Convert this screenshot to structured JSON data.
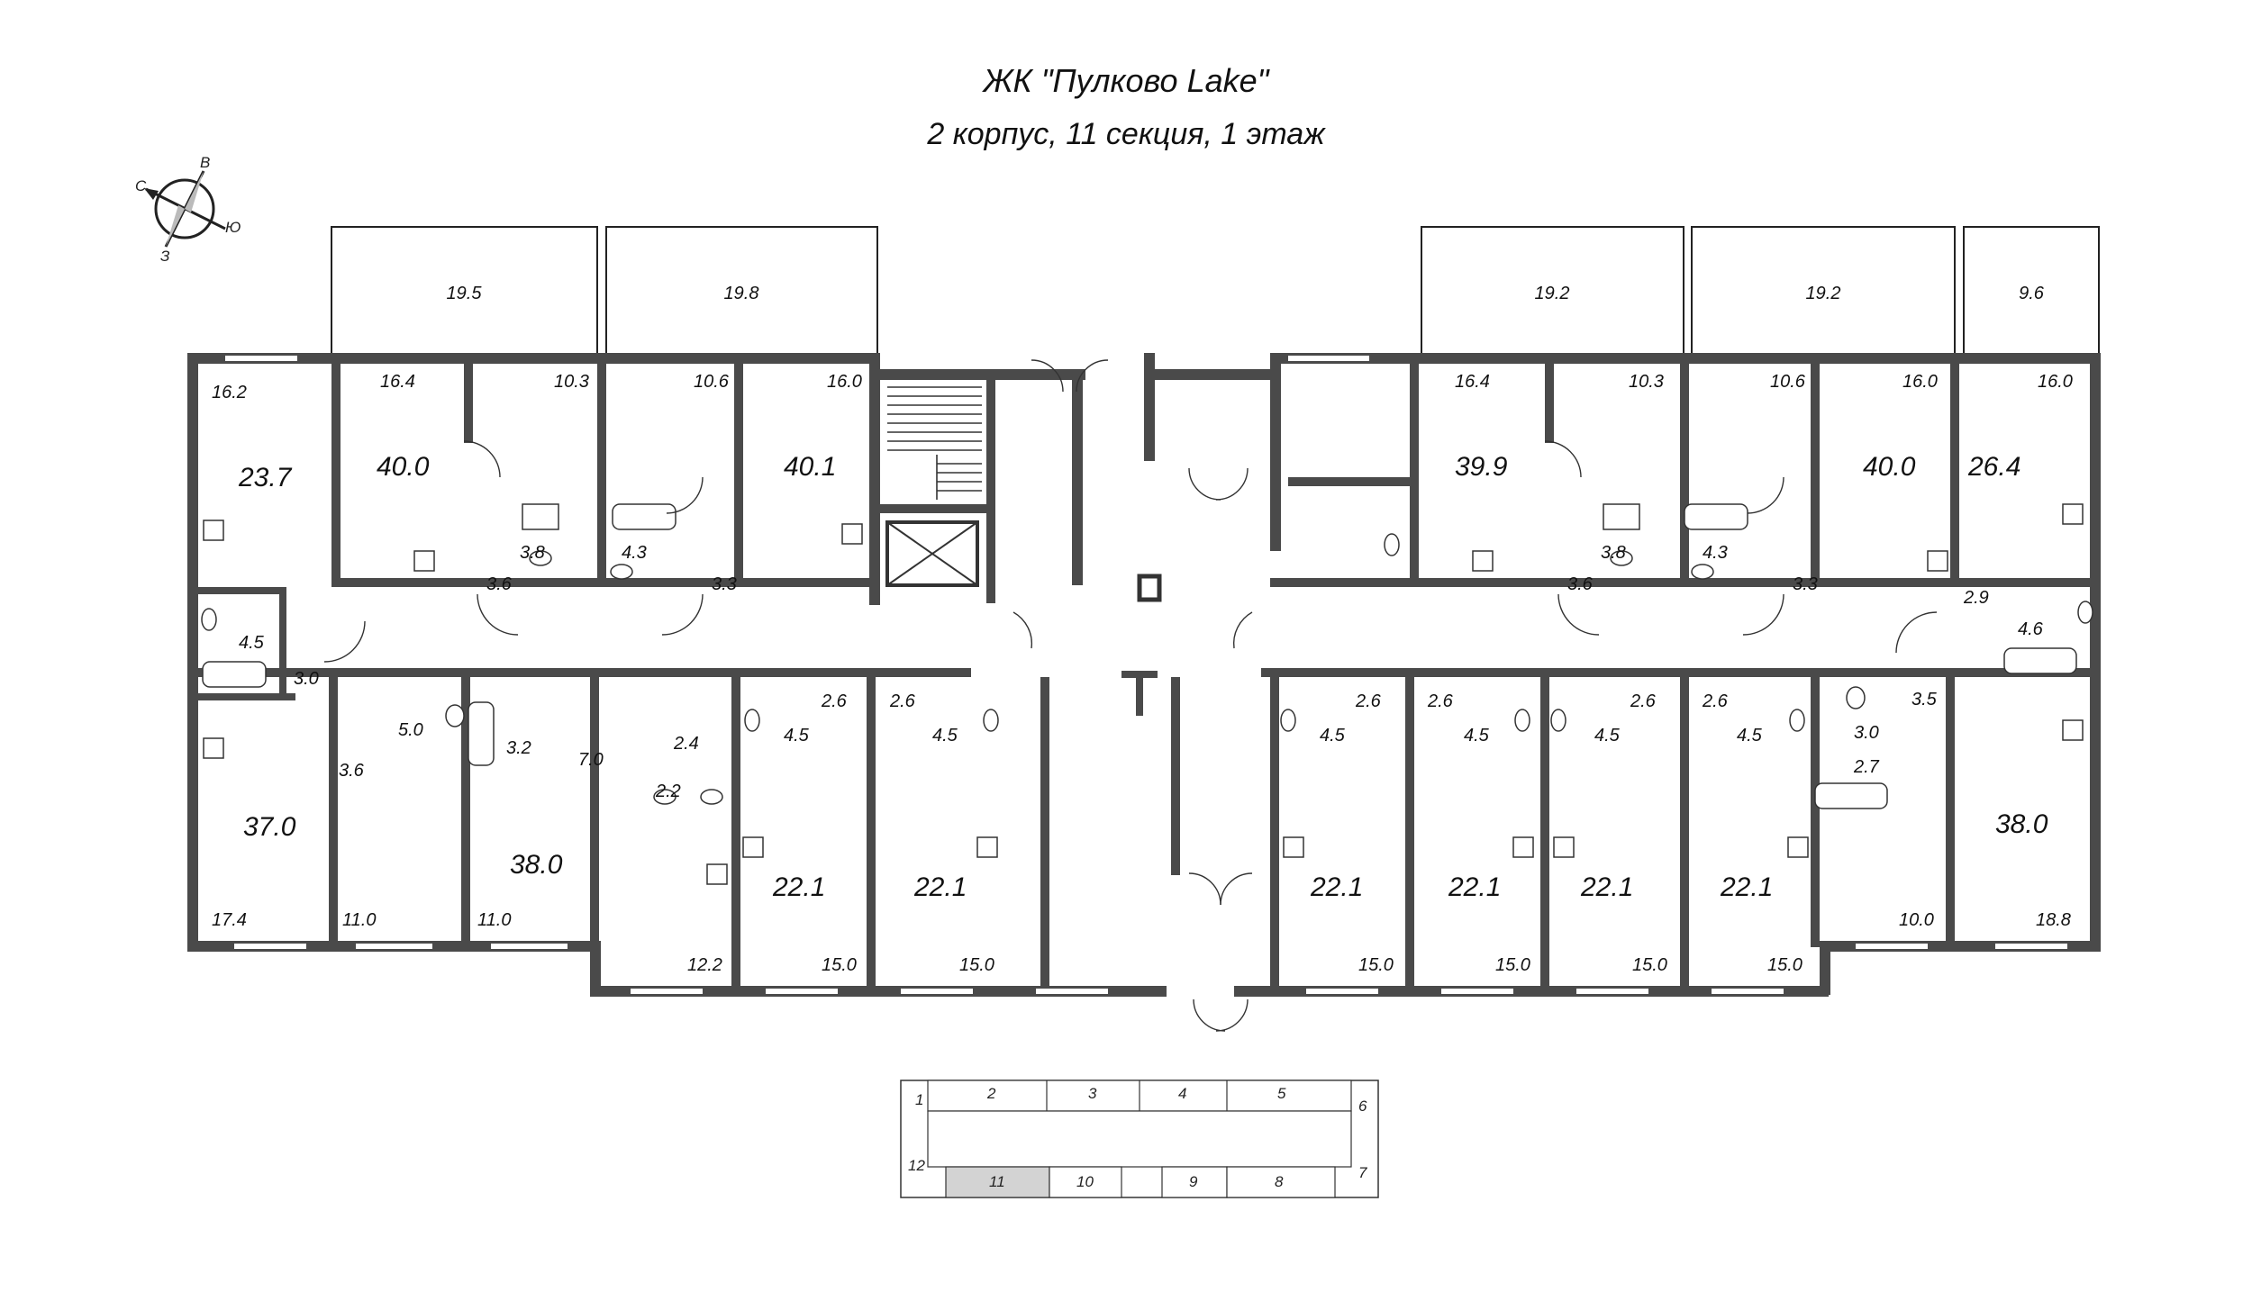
{
  "title": "ЖК \"Пулково Lake\"",
  "subtitle": "2 корпус, 11 секция, 1 этаж",
  "compass": {
    "n": "С",
    "e": "В",
    "s": "Ю",
    "w": "З"
  },
  "terraces": [
    "19.5",
    "19.8",
    "19.2",
    "19.2",
    "9.6"
  ],
  "rooms": {
    "r1": "16.2",
    "r2": "23.7",
    "r3": "16.4",
    "r4": "40.0",
    "r5": "10.3",
    "r6": "10.6",
    "r7": "40.1",
    "r8": "16.0",
    "r9": "3.8",
    "r10": "4.3",
    "r11": "3.6",
    "r12": "3.3",
    "r13": "4.5",
    "r14": "3.0",
    "r15": "5.0",
    "r16": "3.2",
    "r17": "7.0",
    "r18": "2.4",
    "r19": "2.2",
    "r20": "3.6",
    "r21": "37.0",
    "r22": "38.0",
    "r23": "17.4",
    "r24": "11.0",
    "r25": "11.0",
    "r26": "12.2",
    "r27": "2.6",
    "r28": "4.5",
    "r29": "22.1",
    "r30": "15.0",
    "r31": "2.6",
    "r32": "4.5",
    "r33": "22.1",
    "r34": "15.0",
    "r35": "39.9",
    "r36": "16.4",
    "r37": "10.3",
    "r38": "10.6",
    "r39": "16.0",
    "r40": "40.0",
    "r41": "16.0",
    "r42": "26.4",
    "r43": "3.8",
    "r44": "4.3",
    "r45": "3.6",
    "r46": "3.3",
    "r47": "2.9",
    "r48": "4.6",
    "r49": "2.6",
    "r50": "4.5",
    "r51": "22.1",
    "r52": "15.0",
    "r53": "2.6",
    "r54": "4.5",
    "r55": "22.1",
    "r56": "15.0",
    "r57": "2.6",
    "r58": "4.5",
    "r59": "22.1",
    "r60": "15.0",
    "r61": "2.6",
    "r62": "4.5",
    "r63": "22.1",
    "r64": "15.0",
    "r65": "3.0",
    "r66": "2.7",
    "r67": "3.5",
    "r68": "38.0",
    "r69": "10.0",
    "r70": "18.8"
  },
  "key_plan": {
    "sections": [
      "1",
      "2",
      "3",
      "4",
      "5",
      "6",
      "7",
      "8",
      "9",
      "10",
      "11",
      "12"
    ],
    "highlighted": "11",
    "highlight_color": "#d3d3d3"
  },
  "colors": {
    "walls": "#4a4a4a",
    "lines": "#222222"
  }
}
